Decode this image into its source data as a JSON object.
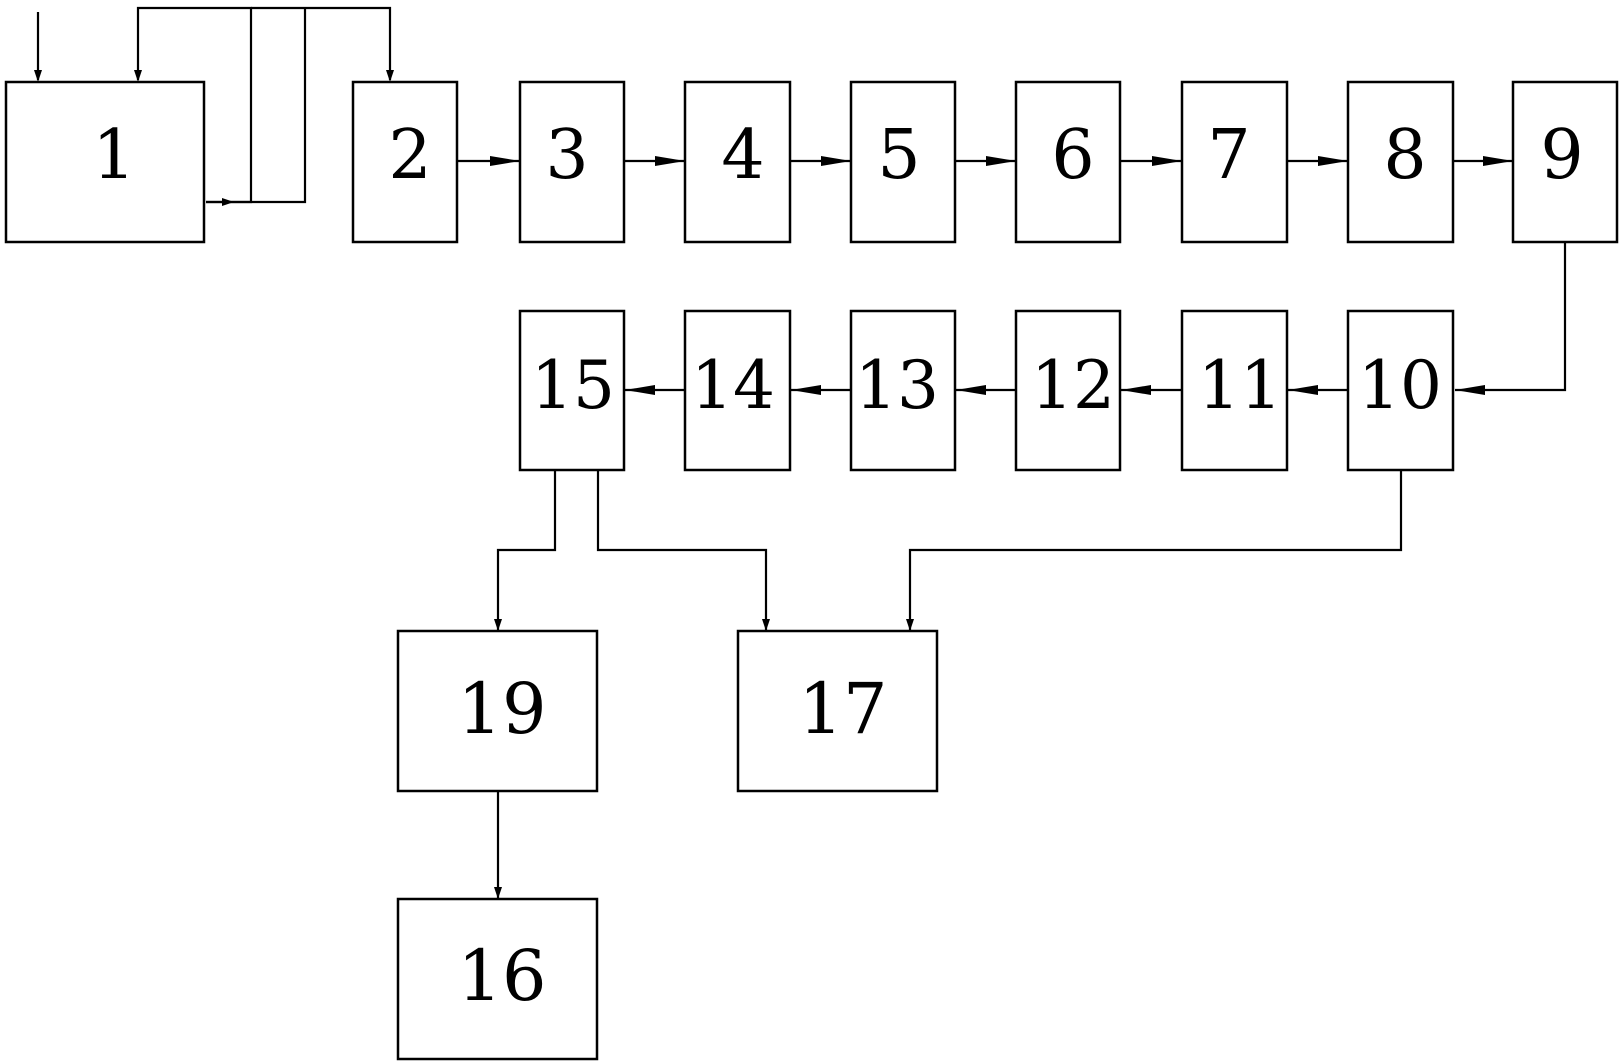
{
  "diagram": {
    "blocks": [
      {
        "id": "b1",
        "label": "1"
      },
      {
        "id": "b2",
        "label": "2"
      },
      {
        "id": "b3",
        "label": "3"
      },
      {
        "id": "b4",
        "label": "4"
      },
      {
        "id": "b5",
        "label": "5"
      },
      {
        "id": "b6",
        "label": "6"
      },
      {
        "id": "b7",
        "label": "7"
      },
      {
        "id": "b8",
        "label": "8"
      },
      {
        "id": "b9",
        "label": "9"
      },
      {
        "id": "b10",
        "label": "10"
      },
      {
        "id": "b11",
        "label": "11"
      },
      {
        "id": "b12",
        "label": "12"
      },
      {
        "id": "b13",
        "label": "13"
      },
      {
        "id": "b14",
        "label": "14"
      },
      {
        "id": "b15",
        "label": "15"
      },
      {
        "id": "b19",
        "label": "19"
      },
      {
        "id": "b17",
        "label": "17"
      },
      {
        "id": "b16",
        "label": "16"
      }
    ],
    "connections": [
      {
        "from": "input",
        "to": "b1"
      },
      {
        "from": "b1",
        "to": "b1"
      },
      {
        "from": "b1",
        "to": "b2"
      },
      {
        "from": "b2",
        "to": "b3"
      },
      {
        "from": "b3",
        "to": "b4"
      },
      {
        "from": "b4",
        "to": "b5"
      },
      {
        "from": "b5",
        "to": "b6"
      },
      {
        "from": "b6",
        "to": "b7"
      },
      {
        "from": "b7",
        "to": "b8"
      },
      {
        "from": "b8",
        "to": "b9"
      },
      {
        "from": "b9",
        "to": "b10"
      },
      {
        "from": "b10",
        "to": "b11"
      },
      {
        "from": "b11",
        "to": "b12"
      },
      {
        "from": "b12",
        "to": "b13"
      },
      {
        "from": "b13",
        "to": "b14"
      },
      {
        "from": "b14",
        "to": "b15"
      },
      {
        "from": "b15",
        "to": "b19"
      },
      {
        "from": "b15",
        "to": "b17"
      },
      {
        "from": "b10",
        "to": "b17"
      },
      {
        "from": "b19",
        "to": "b16"
      }
    ]
  }
}
